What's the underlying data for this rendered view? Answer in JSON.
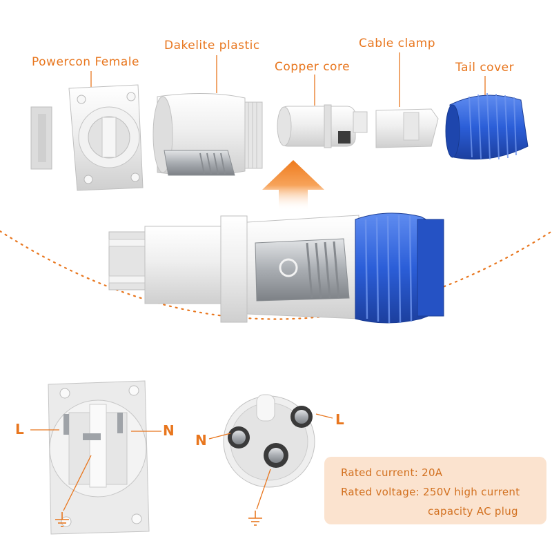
{
  "labels": {
    "powercon_female": "Powercon Female",
    "dakelite_plastic": "Dakelite plastic",
    "copper_core": "Copper core",
    "cable_clamp": "Cable clamp",
    "tail_cover": "Tail cover"
  },
  "pins": {
    "left": "L",
    "neutral": "N"
  },
  "specs": {
    "line1": "Rated current: 20A",
    "line2": "Rated voltage: 250V high current",
    "line3": "capacity AC plug"
  },
  "colors": {
    "accent": "#e8761e",
    "cap_blue": "#2c5fd6",
    "plastic_white": "#ececec",
    "metal": "#b9bcc0",
    "spec_bg": "#fbe3cf"
  },
  "icons": {
    "ground": "ground-icon",
    "arrow": "up-arrow-icon"
  }
}
